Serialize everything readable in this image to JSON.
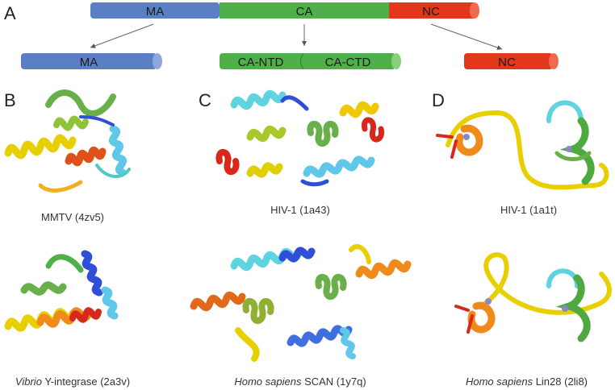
{
  "panel_letters": {
    "a": "A",
    "b": "B",
    "c": "C",
    "d": "D"
  },
  "gag_bar": {
    "ma": {
      "label": "MA",
      "color": "#5b7fc4"
    },
    "ca": {
      "label": "CA",
      "color": "#4fb04a"
    },
    "nc": {
      "label": "NC",
      "color": "#e2371b"
    }
  },
  "domains": {
    "ma": "MA",
    "ca_ntd": "CA-NTD",
    "ca_ctd": "CA-CTD",
    "nc": "NC"
  },
  "captions": {
    "b_top": "MMTV (4zv5)",
    "b_bottom": {
      "italic": "Vibrio",
      "rest": " Y-integrase (2a3v)"
    },
    "c_top": "HIV-1 (1a43)",
    "c_bottom": {
      "italic": "Homo sapiens",
      "rest": " SCAN (1y7q)"
    },
    "d_top": "HIV-1 (1a1t)",
    "d_bottom": {
      "italic": "Homo sapiens",
      "rest": " Lin28 (2li8)"
    }
  },
  "colors": {
    "blue": "#2f4fd6",
    "cyan": "#5fd4e0",
    "green": "#6ab04a",
    "yellow": "#f2e000",
    "orange": "#f08a1a",
    "red": "#d8281b",
    "sphere": "#8a88c8"
  }
}
